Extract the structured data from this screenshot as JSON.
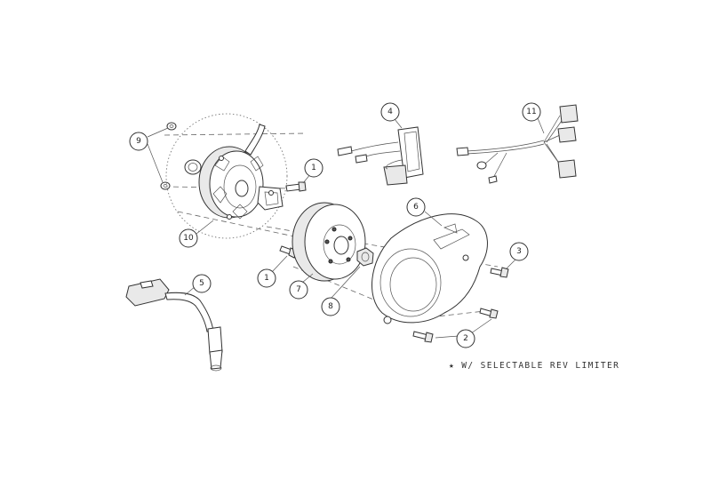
{
  "diagram": {
    "callouts": [
      {
        "id": "9",
        "label": "9"
      },
      {
        "id": "10",
        "label": "10"
      },
      {
        "id": "1a",
        "label": "1"
      },
      {
        "id": "1b",
        "label": "1"
      },
      {
        "id": "4",
        "label": "4"
      },
      {
        "id": "11",
        "label": "11"
      },
      {
        "id": "6",
        "label": "6"
      },
      {
        "id": "7",
        "label": "7"
      },
      {
        "id": "8",
        "label": "8"
      },
      {
        "id": "3",
        "label": "3"
      },
      {
        "id": "5",
        "label": "5"
      },
      {
        "id": "2",
        "label": "2"
      }
    ],
    "note": "★ W/ SELECTABLE REV LIMITER"
  }
}
